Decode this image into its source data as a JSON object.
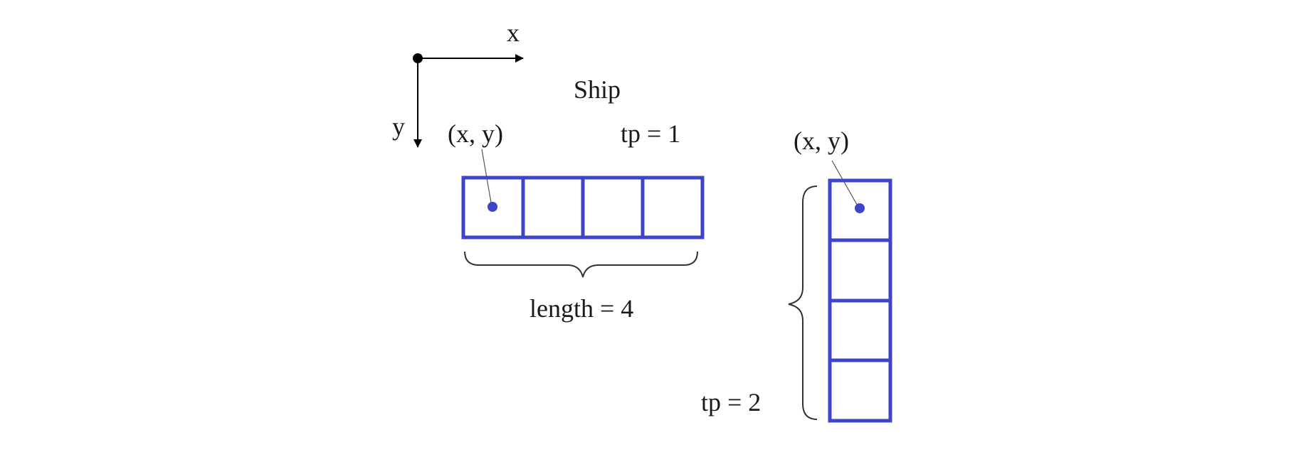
{
  "axes": {
    "x_label": "x",
    "y_label": "y"
  },
  "title": "Ship",
  "horizontal_ship": {
    "anchor_label": "(x, y)",
    "type_label": "tp = 1",
    "length_label": "length = 4",
    "cells": 4
  },
  "vertical_ship": {
    "anchor_label": "(x, y)",
    "type_label": "tp = 2",
    "cells": 4
  },
  "colors": {
    "cell_stroke": "#3d45c8",
    "anchor_dot": "#3d45c8",
    "text": "#1a1a1a"
  }
}
